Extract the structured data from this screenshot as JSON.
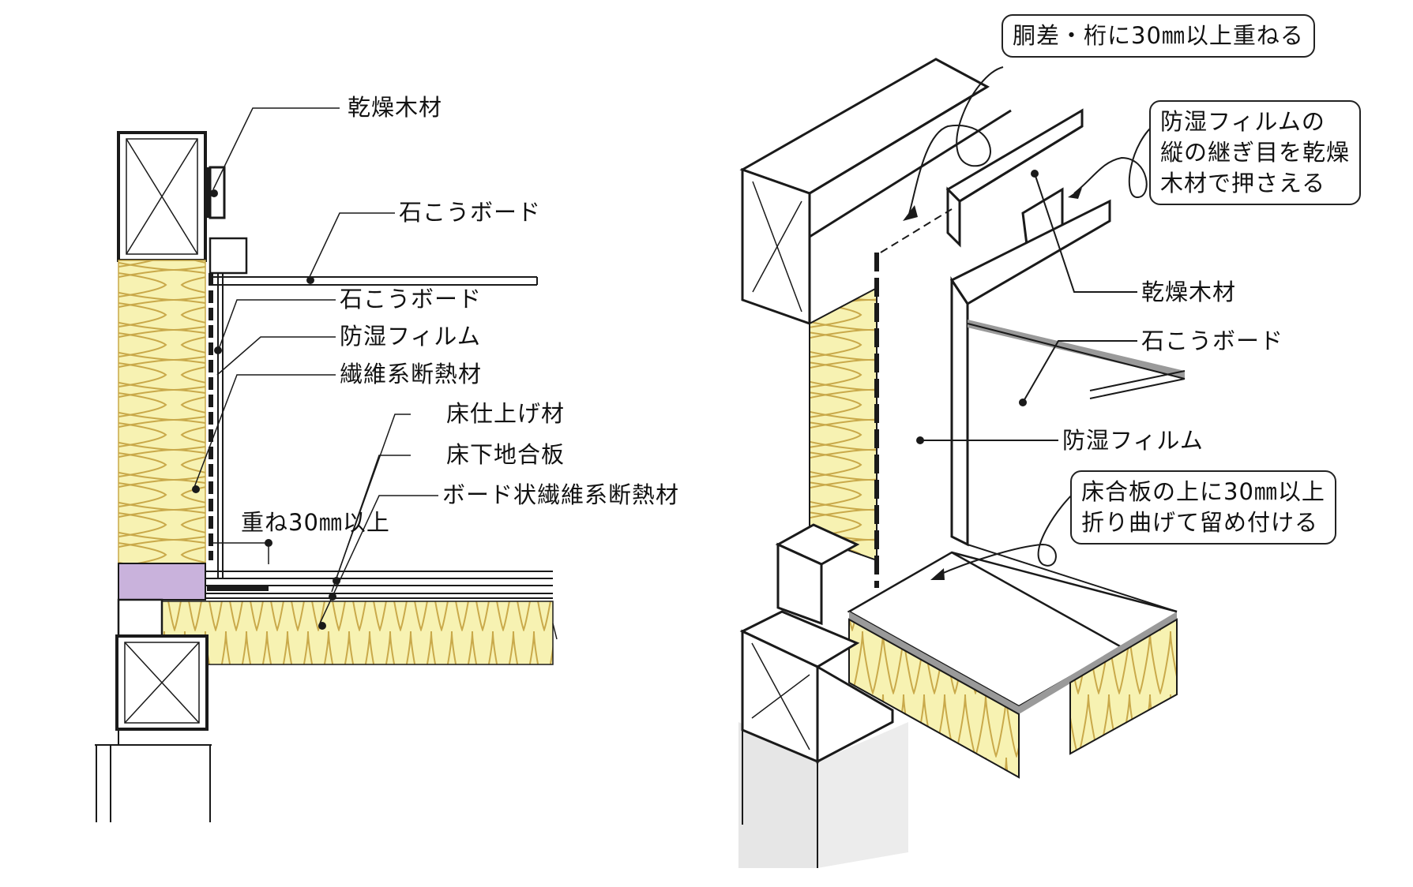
{
  "left": {
    "labels": {
      "dry_timber": "乾燥木材",
      "gypsum_board_1": "石こうボード",
      "gypsum_board_2": "石こうボード",
      "vapor_film": "防湿フィルム",
      "fiber_insulation": "繊維系断熱材",
      "floor_finish": "床仕上げ材",
      "subfloor_plywood": "床下地合板",
      "board_insulation": "ボード状繊維系断熱材",
      "overlap": "重ね30㎜以上"
    }
  },
  "right": {
    "bubbles": {
      "overlap_beam": "胴差・桁に30㎜以上重ねる",
      "seam_line1": "防湿フィルムの",
      "seam_line2": "縦の継ぎ目を乾燥",
      "seam_line3": "木材で押さえる",
      "fold_line1": "床合板の上に30㎜以上",
      "fold_line2": "折り曲げて留め付ける"
    },
    "labels": {
      "dry_timber": "乾燥木材",
      "gypsum_board": "石こうボード",
      "vapor_film": "防湿フィルム"
    }
  },
  "colors": {
    "insulation": "#f7f2b2",
    "insulation_line": "#c9a94a",
    "sill": "#c9b2dc",
    "ink": "#1a1a1a",
    "foundation": "#e6e6e6",
    "board_grey": "#9a9a9a"
  }
}
